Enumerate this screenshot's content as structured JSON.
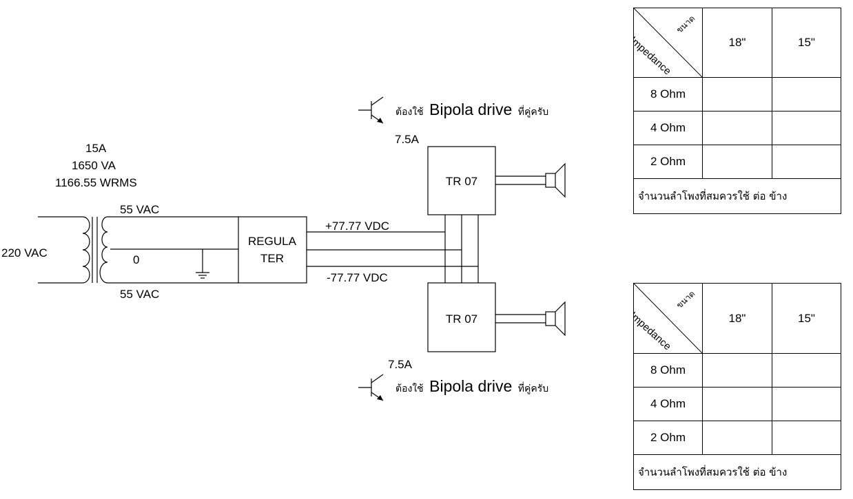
{
  "source": {
    "input_label": "220 VAC",
    "current_label": "15A",
    "va_label": "1650 VA",
    "wrms_label": "1166.55 WRMS",
    "secondary_top": "55 VAC",
    "secondary_mid": "0",
    "secondary_bottom": "55 VAC"
  },
  "regulator": {
    "line1": "REGULA",
    "line2": "TER",
    "pos_rail": "+77.77 VDC",
    "neg_rail": "-77.77 VDC"
  },
  "amps": [
    {
      "label": "TR 07",
      "current": "7.5A",
      "note_prefix": "ต้องใช้",
      "note_main": "Bipola drive",
      "note_suffix": "ที่คู่ครับ"
    },
    {
      "label": "TR 07",
      "current": "7.5A",
      "note_prefix": "ต้องใช้",
      "note_main": "Bipola drive",
      "note_suffix": "ที่คู่ครับ"
    }
  ],
  "tables": [
    {
      "header_size": "ขนาด",
      "header_impedance": "Impedance",
      "columns": [
        "18\"",
        "15\""
      ],
      "rows": [
        {
          "label": "8 Ohm",
          "values": [
            "",
            ""
          ]
        },
        {
          "label": "4 Ohm",
          "values": [
            "",
            ""
          ]
        },
        {
          "label": "2 Ohm",
          "values": [
            "",
            ""
          ]
        }
      ],
      "footer": "จำนวนลำโพงที่สมควรใช้ ต่อ ข้าง"
    },
    {
      "header_size": "ขนาด",
      "header_impedance": "Impedance",
      "columns": [
        "18\"",
        "15\""
      ],
      "rows": [
        {
          "label": "8 Ohm",
          "values": [
            "",
            ""
          ]
        },
        {
          "label": "4 Ohm",
          "values": [
            "",
            ""
          ]
        },
        {
          "label": "2 Ohm",
          "values": [
            "",
            ""
          ]
        }
      ],
      "footer": "จำนวนลำโพงที่สมควรใช้ ต่อ ข้าง"
    }
  ]
}
